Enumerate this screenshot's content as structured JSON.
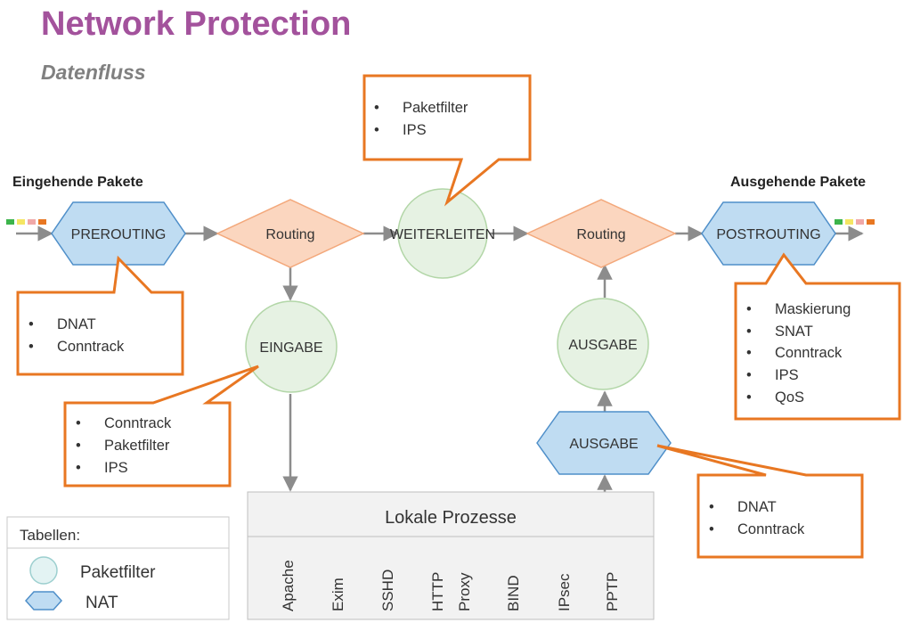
{
  "header": {
    "title": "Network Protection",
    "subtitle": "Datenfluss"
  },
  "colors": {
    "title": "#a3529c",
    "subtitle": "#808080",
    "callout_border": "#e87722",
    "nat_fill": "#bfdcf2",
    "nat_stroke": "#4f8fc9",
    "routing_fill": "#fbd6bf",
    "routing_stroke": "#f3a87b",
    "filter_fill": "#e6f2e3",
    "filter_stroke": "#b2d6a7",
    "arrow": "#8c8c8c",
    "process_fill": "#f2f2f2",
    "process_stroke": "#bfbfbf"
  },
  "flow": {
    "incoming_label": "Eingehende Pakete",
    "outgoing_label": "Ausgehende Pakete",
    "prerouting": "PREROUTING",
    "routing_in": "Routing",
    "weiterleiten": "WEITERLEITEN",
    "routing_out": "Routing",
    "postrouting": "POSTROUTING",
    "eingabe": "EINGABE",
    "ausgabe_filter": "AUSGABE",
    "ausgabe_nat": "AUSGABE"
  },
  "callouts": {
    "weiterleiten": [
      "Paketfilter",
      "IPS"
    ],
    "prerouting": [
      "DNAT",
      "Conntrack"
    ],
    "eingabe": [
      "Conntrack",
      "Paketfilter",
      "IPS"
    ],
    "postrouting": [
      "Maskierung",
      "SNAT",
      "Conntrack",
      "IPS",
      "QoS"
    ],
    "ausgabe_nat": [
      "DNAT",
      "Conntrack"
    ]
  },
  "processes": {
    "title": "Lokale Prozesse",
    "items": [
      "Apache",
      "Exim",
      "SSHD",
      "HTTP",
      "Proxy",
      "BIND",
      "IPsec",
      "PPTP"
    ]
  },
  "legend": {
    "title": "Tabellen:",
    "filter": "Paketfilter",
    "nat": "NAT"
  },
  "packet_colors_in": [
    "#3cb44b",
    "#f5e663",
    "#f0a8a8",
    "#e87722"
  ],
  "packet_colors_out": [
    "#3cb44b",
    "#f5e663",
    "#f0a8a8",
    "#e87722"
  ]
}
